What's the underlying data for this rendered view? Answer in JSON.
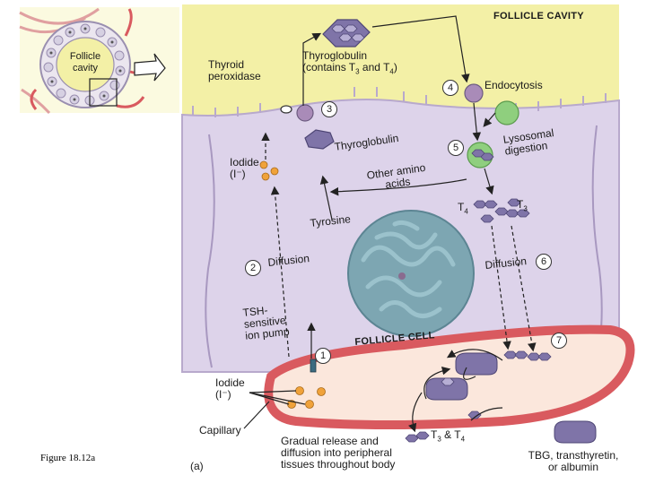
{
  "inset": {
    "label_line1": "Follicle",
    "label_line2": "cavity"
  },
  "labels": {
    "follicle_cavity": "FOLLICLE CAVITY",
    "thyroid_peroxidase_1": "Thyroid",
    "thyroid_peroxidase_2": "peroxidase",
    "thyroglobulin_top_1": "Thyroglobulin",
    "thyroglobulin_top_2": "(contains T",
    "thyroglobulin_top_sub3": "3",
    "thyroglobulin_top_and": " and T",
    "thyroglobulin_top_sub4": "4",
    "thyroglobulin_top_close": ")",
    "endocytosis": "Endocytosis",
    "iodide_cell_1": "Iodide",
    "iodide_cell_2": "(I⁻)",
    "thyroglobulin_mid": "Thyroglobulin",
    "lysosomal_1": "Lysosomal",
    "lysosomal_2": "digestion",
    "other_amino_1": "Other amino",
    "other_amino_2": "acids",
    "t4": "T",
    "t4_sub": "4",
    "t3": "T",
    "t3_sub": "3",
    "tyrosine": "Tyrosine",
    "diffusion_left": "Diffusion",
    "diffusion_right": "Diffusion",
    "tsh_1": "TSH-",
    "tsh_2": "sensitive",
    "tsh_3": "ion pump",
    "follicle_cell": "FOLLICLE CELL",
    "iodide_blood_1": "Iodide",
    "iodide_blood_2": "(I⁻)",
    "capillary": "Capillary",
    "gradual_1": "Gradual release and",
    "gradual_2": "diffusion into peripheral",
    "gradual_3": "tissues throughout body",
    "t3t4_blood": "T",
    "t3t4_blood_sub3": "3",
    "t3t4_blood_mid": " & T",
    "t3t4_blood_sub4": "4",
    "tbg_1": "TBG, transthyretin,",
    "tbg_2": "or albumin",
    "panel": "(a)",
    "figure": "Figure 18.12a"
  },
  "steps": [
    "1",
    "2",
    "3",
    "4",
    "5",
    "6",
    "7"
  ],
  "colors": {
    "cavity": "#f3f0a6",
    "cell": "#ddd3ea",
    "membrane": "#b8a9cc",
    "capillary_wall": "#d95a5f",
    "capillary_fill": "#fbe7dc",
    "iodide": "#f0a23a",
    "protein": "#7f74a8",
    "nucleus": "#7da6b2",
    "lysosome": "#8fcf7e"
  }
}
